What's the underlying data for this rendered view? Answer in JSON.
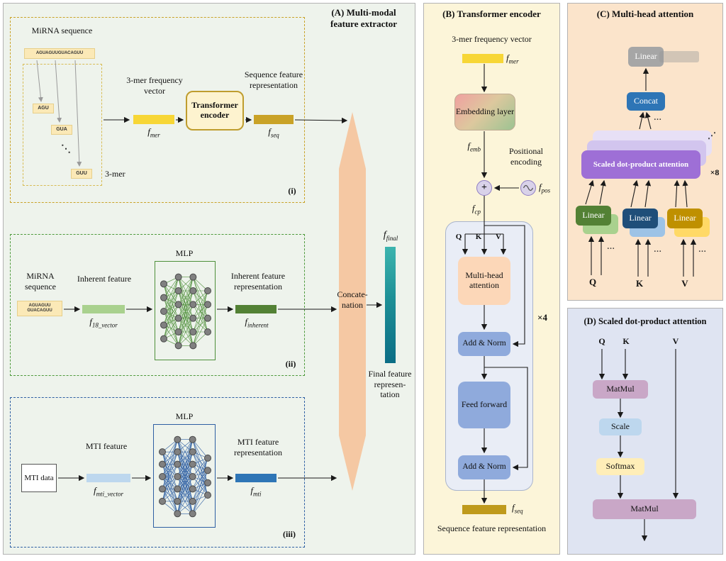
{
  "panel_a": {
    "title": "(A) Multi-modal feature extractor",
    "i": {
      "tag": "(i)",
      "mirna_label": "MiRNA sequence",
      "sequence": "AGUAGUUGUACAGUU",
      "kmers": [
        "AGU",
        "GUA",
        "GUU"
      ],
      "kmer_dots": "⋱",
      "kmer_label": "3-mer",
      "freq_label": "3-mer frequency vector",
      "f_mer": {
        "b": "f",
        "s": "mer"
      },
      "transformer_label": "Transformer encoder",
      "seq_feat_label": "Sequence feature representation",
      "f_seq": {
        "b": "f",
        "s": "seq"
      }
    },
    "ii": {
      "tag": "(ii)",
      "mirna_label": "MiRNA sequence",
      "sequence_l1": "AGUAGUU",
      "sequence_l2": "GUACAGUU",
      "inherent_label": "Inherent feature",
      "f_18": {
        "b": "f",
        "s": "18_vector"
      },
      "mlp_label": "MLP",
      "mlp_layers": [
        5,
        6,
        6,
        4
      ],
      "rep_label": "Inherent feature representation",
      "f_inherent": {
        "b": "f",
        "s": "inherent"
      }
    },
    "iii": {
      "tag": "(iii)",
      "mti_data_label": "MTI data",
      "mti_feature_label": "MTI feature",
      "f_mti_vector": {
        "b": "f",
        "s": "mti_vector"
      },
      "mlp_label": "MLP",
      "mlp_layers": [
        5,
        7,
        7,
        4
      ],
      "rep_label": "MTI feature representation",
      "f_mti": {
        "b": "f",
        "s": "mti"
      }
    },
    "concat_l1": "Concate-",
    "concat_l2": "nation",
    "f_final": {
      "b": "f",
      "s": "final"
    },
    "final_label": "Final feature represen-tation"
  },
  "panel_b": {
    "title": "(B) Transformer encoder",
    "input_label": "3-mer frequency vector",
    "f_mer": {
      "b": "f",
      "s": "mer"
    },
    "embedding_label": "Embedding layer",
    "f_emb": {
      "b": "f",
      "s": "emb"
    },
    "pos_label": "Positional encoding",
    "plus": "+",
    "f_pos": {
      "b": "f",
      "s": "pos"
    },
    "f_cp": {
      "b": "f",
      "s": "cp"
    },
    "q": "Q",
    "k": "K",
    "v": "V",
    "mha_label": "Multi-head attention",
    "addnorm_label": "Add & Norm",
    "ff_label": "Feed forward",
    "times4": "×4",
    "f_seq": {
      "b": "f",
      "s": "seq"
    },
    "output_label": "Sequence feature representation"
  },
  "panel_c": {
    "title": "(C) Multi-head attention",
    "linear_label": "Linear",
    "concat_label": "Concat",
    "sdpa_label": "Scaled dot-product attention",
    "times8": "×8",
    "diag_dots": "⋰",
    "dots": "…",
    "q": "Q",
    "k": "K",
    "v": "V"
  },
  "panel_d": {
    "title": "(D) Scaled dot-product attention",
    "q": "Q",
    "k": "K",
    "v": "V",
    "matmul_label": "MatMul",
    "scale_label": "Scale",
    "softmax_label": "Softmax"
  },
  "colors": {
    "panel_a_bg": "#eef3ec",
    "panel_b_bg": "#fcf5d9",
    "panel_c_bg": "#fbe4cb",
    "panel_d_bg": "#dfe4f2",
    "yellow_bar": "#f7d636",
    "gold_bar": "#c9a227",
    "light_green_bar": "#a9d18e",
    "dark_green_bar": "#538135",
    "light_blue_bar": "#bdd7ee",
    "blue_bar": "#2e75b6",
    "teal_bar_top": "#3cb4ae",
    "teal_bar_bottom": "#0b6d85",
    "concat_shape": "#f5c8a3",
    "mha_box": "#fcd7b8",
    "addnorm_box": "#8faadc",
    "purple_front": "#9e6fd6",
    "green_front": "#538135",
    "navy_front": "#1f4e79",
    "gold_front": "#bf9000",
    "matmul_box": "#c9a7c7",
    "scale_box": "#bdd7ee",
    "softmax_box": "#ffeeb8"
  }
}
